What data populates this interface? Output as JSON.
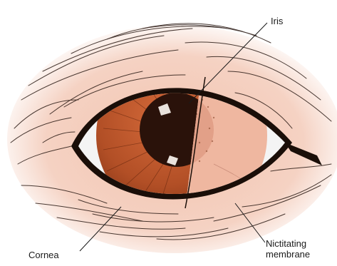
{
  "labels": {
    "iris": "Iris",
    "cornea": "Cornea",
    "nictitating_line1": "Nictitating",
    "nictitating_line2": "membrane"
  },
  "colors": {
    "skin": "#f3c5b3",
    "fur_line": "#2a1a14",
    "iris_outer": "#b8532a",
    "iris_inner": "#8a3a18",
    "pupil": "#2a120a",
    "membrane": "#efb7a0",
    "sclera": "#f4f4f4",
    "outline": "#1a0e08"
  }
}
